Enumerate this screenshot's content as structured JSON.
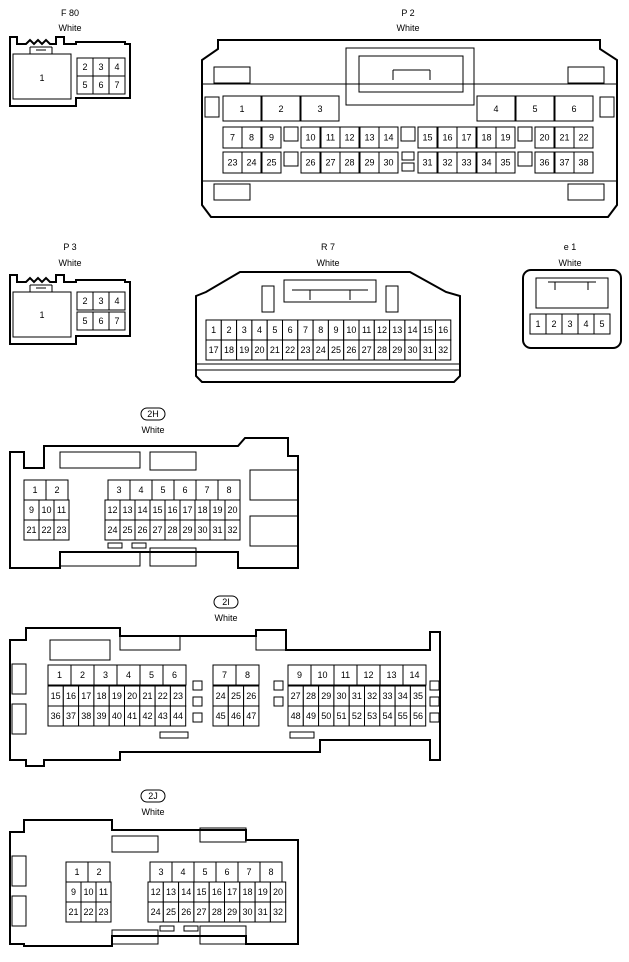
{
  "connectors": [
    {
      "id": "F80",
      "name": "F 80",
      "color": "White",
      "big_pins": [
        "1"
      ],
      "pins": [
        "2",
        "3",
        "4",
        "5",
        "6",
        "7"
      ]
    },
    {
      "id": "P2",
      "name": "P 2",
      "color": "White",
      "top_pins": [
        "1",
        "2",
        "3",
        "4",
        "5",
        "6"
      ],
      "pins": [
        "7",
        "8",
        "9",
        "10",
        "11",
        "12",
        "13",
        "14",
        "15",
        "16",
        "17",
        "18",
        "19",
        "20",
        "21",
        "22",
        "23",
        "24",
        "25",
        "26",
        "27",
        "28",
        "29",
        "30",
        "31",
        "32",
        "33",
        "34",
        "35",
        "36",
        "37",
        "38"
      ]
    },
    {
      "id": "P3",
      "name": "P 3",
      "color": "White",
      "big_pins": [
        "1"
      ],
      "pins": [
        "2",
        "3",
        "4",
        "5",
        "6",
        "7"
      ]
    },
    {
      "id": "R7",
      "name": "R 7",
      "color": "White",
      "pins": [
        "1",
        "2",
        "3",
        "4",
        "5",
        "6",
        "7",
        "8",
        "9",
        "10",
        "11",
        "12",
        "13",
        "14",
        "15",
        "16",
        "17",
        "18",
        "19",
        "20",
        "21",
        "22",
        "23",
        "24",
        "25",
        "26",
        "27",
        "28",
        "29",
        "30",
        "31",
        "32"
      ]
    },
    {
      "id": "e1",
      "name": "e 1",
      "color": "White",
      "pins": [
        "1",
        "2",
        "3",
        "4",
        "5"
      ]
    },
    {
      "id": "2H",
      "name": "2H",
      "color": "White",
      "pins": [
        "1",
        "2",
        "3",
        "4",
        "5",
        "6",
        "7",
        "8",
        "9",
        "10",
        "11",
        "12",
        "13",
        "14",
        "15",
        "16",
        "17",
        "18",
        "19",
        "20",
        "21",
        "22",
        "23",
        "24",
        "25",
        "26",
        "27",
        "28",
        "29",
        "30",
        "31",
        "32"
      ]
    },
    {
      "id": "2I",
      "name": "2I",
      "color": "White",
      "pins": [
        "1",
        "2",
        "3",
        "4",
        "5",
        "6",
        "7",
        "8",
        "9",
        "10",
        "11",
        "12",
        "13",
        "14",
        "15",
        "16",
        "17",
        "18",
        "19",
        "20",
        "21",
        "22",
        "23",
        "24",
        "25",
        "26",
        "27",
        "28",
        "29",
        "30",
        "31",
        "32",
        "33",
        "34",
        "35",
        "36",
        "37",
        "38",
        "39",
        "40",
        "41",
        "42",
        "43",
        "44",
        "45",
        "46",
        "47",
        "48",
        "49",
        "50",
        "51",
        "52",
        "53",
        "54",
        "55",
        "56"
      ]
    },
    {
      "id": "2J",
      "name": "2J",
      "color": "White",
      "pins": [
        "1",
        "2",
        "3",
        "4",
        "5",
        "6",
        "7",
        "8",
        "9",
        "10",
        "11",
        "12",
        "13",
        "14",
        "15",
        "16",
        "17",
        "18",
        "19",
        "20",
        "21",
        "22",
        "23",
        "24",
        "25",
        "26",
        "27",
        "28",
        "29",
        "30",
        "31",
        "32"
      ]
    }
  ]
}
